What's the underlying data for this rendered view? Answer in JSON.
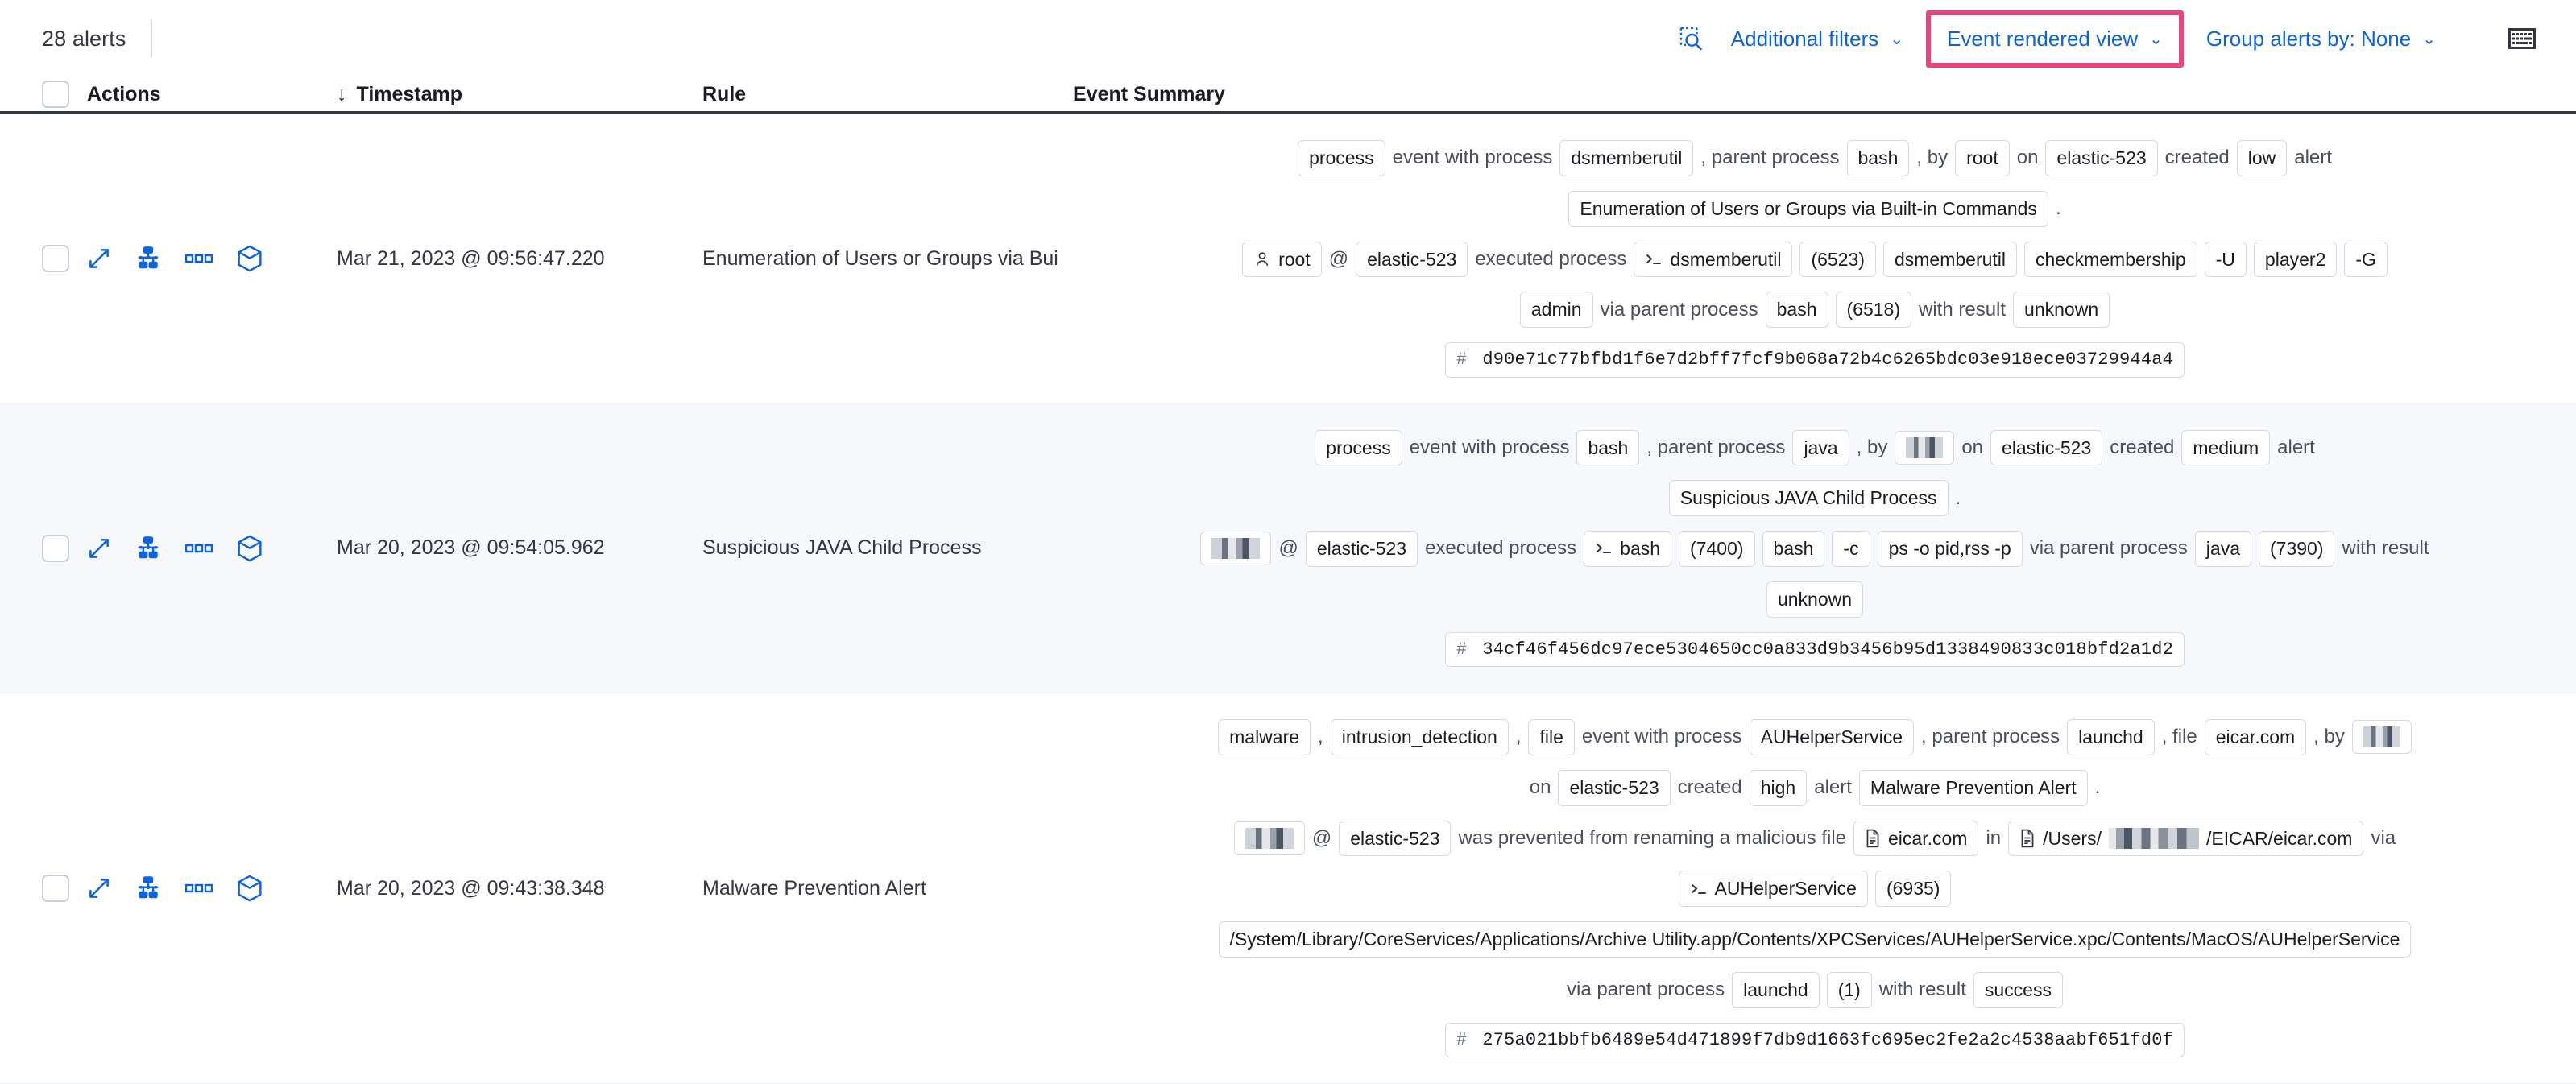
{
  "toolbar": {
    "alerts_count": "28 alerts",
    "inspect_icon": "inspect-search-icon",
    "additional_filters": "Additional filters",
    "event_rendered_view": "Event rendered view",
    "group_alerts_by": "Group alerts by: None",
    "keyboard_icon": "keyboard-icon",
    "caret": "⌄",
    "highlight_color": "#e9447d",
    "link_color": "#0b64dd"
  },
  "table": {
    "headers": {
      "actions": "Actions",
      "timestamp": "Timestamp",
      "sort_arrow": "↓",
      "rule": "Rule",
      "event_summary": "Event Summary"
    },
    "row_actions": [
      "expand-icon",
      "session-view-icon",
      "more-actions-icon",
      "cube-icon"
    ],
    "rows": [
      {
        "timestamp": "Mar 21, 2023 @ 09:56:47.220",
        "rule": "Enumeration of Users or Groups via Bui",
        "summary_lines": [
          [
            {
              "t": "chip",
              "v": "process"
            },
            {
              "t": "word",
              "v": "event with process"
            },
            {
              "t": "chip",
              "v": "dsmemberutil"
            },
            {
              "t": "punc",
              "v": ", parent process"
            },
            {
              "t": "chip",
              "v": "bash"
            },
            {
              "t": "punc",
              "v": ", by"
            },
            {
              "t": "chip",
              "v": "root"
            },
            {
              "t": "word",
              "v": "on"
            },
            {
              "t": "chip",
              "v": "elastic-523"
            },
            {
              "t": "word",
              "v": "created"
            },
            {
              "t": "chip",
              "v": "low"
            },
            {
              "t": "word",
              "v": "alert"
            }
          ],
          [
            {
              "t": "chip",
              "v": "Enumeration of Users or Groups via Built-in Commands"
            },
            {
              "t": "punc",
              "v": "."
            }
          ],
          [
            {
              "t": "chip",
              "v": "root",
              "icon": "user-icon"
            },
            {
              "t": "word",
              "v": "@"
            },
            {
              "t": "chip",
              "v": "elastic-523"
            },
            {
              "t": "word",
              "v": "executed process"
            },
            {
              "t": "chip",
              "v": "dsmemberutil",
              "icon": "console-icon"
            },
            {
              "t": "chip",
              "v": "(6523)"
            },
            {
              "t": "chip",
              "v": "dsmemberutil"
            },
            {
              "t": "chip",
              "v": "checkmembership"
            },
            {
              "t": "chip",
              "v": "-U"
            },
            {
              "t": "chip",
              "v": "player2"
            },
            {
              "t": "chip",
              "v": "-G"
            }
          ],
          [
            {
              "t": "chip",
              "v": "admin"
            },
            {
              "t": "word",
              "v": "via parent process"
            },
            {
              "t": "chip",
              "v": "bash"
            },
            {
              "t": "chip",
              "v": "(6518)"
            },
            {
              "t": "word",
              "v": "with result"
            },
            {
              "t": "chip",
              "v": "unknown"
            }
          ],
          [
            {
              "t": "hash",
              "v": "d90e71c77bfbd1f6e7d2bff7fcf9b068a72b4c6265bdc03e918ece03729944a4"
            }
          ]
        ]
      },
      {
        "timestamp": "Mar 20, 2023 @ 09:54:05.962",
        "rule": "Suspicious JAVA Child Process",
        "summary_lines": [
          [
            {
              "t": "chip",
              "v": "process"
            },
            {
              "t": "word",
              "v": "event with process"
            },
            {
              "t": "chip",
              "v": "bash"
            },
            {
              "t": "punc",
              "v": ", parent process"
            },
            {
              "t": "chip",
              "v": "java"
            },
            {
              "t": "punc",
              "v": ", by"
            },
            {
              "t": "chip",
              "v": "",
              "redact": "w1"
            },
            {
              "t": "word",
              "v": "on"
            },
            {
              "t": "chip",
              "v": "elastic-523"
            },
            {
              "t": "word",
              "v": "created"
            },
            {
              "t": "chip",
              "v": "medium"
            },
            {
              "t": "word",
              "v": "alert"
            }
          ],
          [
            {
              "t": "chip",
              "v": "Suspicious JAVA Child Process"
            },
            {
              "t": "punc",
              "v": "."
            }
          ],
          [
            {
              "t": "chip",
              "v": "",
              "redact": "w2"
            },
            {
              "t": "word",
              "v": "@"
            },
            {
              "t": "chip",
              "v": "elastic-523"
            },
            {
              "t": "word",
              "v": "executed process"
            },
            {
              "t": "chip",
              "v": "bash",
              "icon": "console-icon"
            },
            {
              "t": "chip",
              "v": "(7400)"
            },
            {
              "t": "chip",
              "v": "bash"
            },
            {
              "t": "chip",
              "v": "-c"
            },
            {
              "t": "chip",
              "v": "ps -o pid,rss -p"
            },
            {
              "t": "word",
              "v": "via parent process"
            },
            {
              "t": "chip",
              "v": "java"
            },
            {
              "t": "chip",
              "v": "(7390)"
            },
            {
              "t": "word",
              "v": "with result"
            }
          ],
          [
            {
              "t": "chip",
              "v": "unknown"
            }
          ],
          [
            {
              "t": "hash",
              "v": "34cf46f456dc97ece5304650cc0a833d9b3456b95d1338490833c018bfd2a1d2"
            }
          ]
        ]
      },
      {
        "timestamp": "Mar 20, 2023 @ 09:43:38.348",
        "rule": "Malware Prevention Alert",
        "summary_lines": [
          [
            {
              "t": "chip",
              "v": "malware"
            },
            {
              "t": "punc",
              "v": ","
            },
            {
              "t": "chip",
              "v": "intrusion_detection"
            },
            {
              "t": "punc",
              "v": ","
            },
            {
              "t": "chip",
              "v": "file"
            },
            {
              "t": "word",
              "v": "event with process"
            },
            {
              "t": "chip",
              "v": "AUHelperService"
            },
            {
              "t": "punc",
              "v": ", parent process"
            },
            {
              "t": "chip",
              "v": "launchd"
            },
            {
              "t": "punc",
              "v": ", file"
            },
            {
              "t": "chip",
              "v": "eicar.com"
            },
            {
              "t": "punc",
              "v": ", by"
            },
            {
              "t": "chip",
              "v": "",
              "redact": "w1"
            }
          ],
          [
            {
              "t": "word",
              "v": "on"
            },
            {
              "t": "chip",
              "v": "elastic-523"
            },
            {
              "t": "word",
              "v": "created"
            },
            {
              "t": "chip",
              "v": "high"
            },
            {
              "t": "word",
              "v": "alert"
            },
            {
              "t": "chip",
              "v": "Malware Prevention Alert"
            },
            {
              "t": "punc",
              "v": "."
            }
          ],
          [
            {
              "t": "chip",
              "v": "",
              "redact": "w2"
            },
            {
              "t": "word",
              "v": "@"
            },
            {
              "t": "chip",
              "v": "elastic-523"
            },
            {
              "t": "word",
              "v": "was prevented from renaming a malicious file"
            },
            {
              "t": "chip",
              "v": "eicar.com",
              "icon": "file-icon"
            },
            {
              "t": "word",
              "v": "in"
            },
            {
              "t": "chip",
              "v": "/Users/",
              "suffix": "/EICAR/eicar.com",
              "icon": "file-icon",
              "redact": "w3"
            },
            {
              "t": "word",
              "v": "via"
            }
          ],
          [
            {
              "t": "chip",
              "v": "AUHelperService",
              "icon": "console-icon"
            },
            {
              "t": "chip",
              "v": "(6935)"
            }
          ],
          [
            {
              "t": "chip",
              "v": "/System/Library/CoreServices/Applications/Archive Utility.app/Contents/XPCServices/AUHelperService.xpc/Contents/MacOS/AUHelperService"
            }
          ],
          [
            {
              "t": "word",
              "v": "via parent process"
            },
            {
              "t": "chip",
              "v": "launchd"
            },
            {
              "t": "chip",
              "v": "(1)"
            },
            {
              "t": "word",
              "v": "with result"
            },
            {
              "t": "chip",
              "v": "success"
            }
          ],
          [
            {
              "t": "hash",
              "v": "275a021bbfb6489e54d471899f7db9d1663fc695ec2fe2a2c4538aabf651fd0f"
            }
          ]
        ]
      }
    ]
  }
}
